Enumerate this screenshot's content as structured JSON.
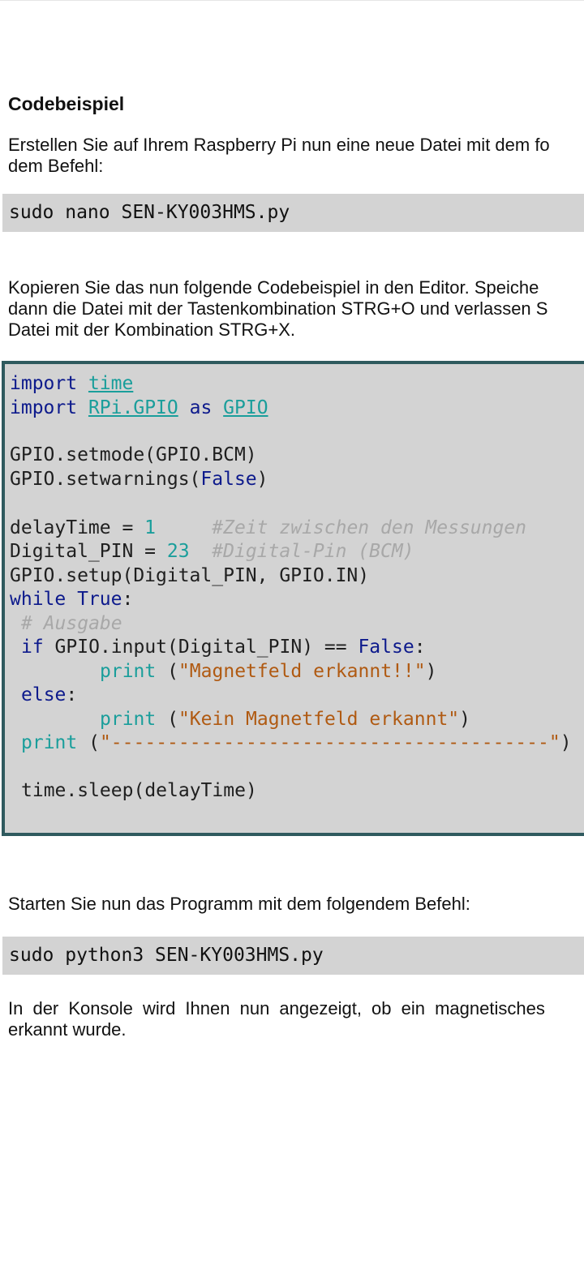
{
  "section": {
    "heading": "Codebeispiel",
    "intro_lines": [
      "Erstellen Sie auf Ihrem Raspberry Pi nun eine neue Datei mit dem fo",
      "dem Befehl:"
    ],
    "command_create": "sudo nano SEN-KY003HMS.py",
    "copy_lines": [
      "Kopieren Sie das nun folgende Codebeispiel in den Editor. Speiche",
      "dann die Datei mit der Tastenkombination STRG+O und verlassen S",
      "Datei mit der Kombination STRG+X."
    ],
    "code": {
      "l1_kw": "import",
      "l1_mod": "time",
      "l2_kw": "import",
      "l2_mod": "RPi.GPIO",
      "l2_as": "as",
      "l2_alias": "GPIO",
      "l3": "GPIO.setmode(GPIO.BCM)",
      "l4_a": "GPIO.setwarnings(",
      "l4_b": "False",
      "l4_c": ")",
      "l5_a": "delayTime = ",
      "l5_num": "1",
      "l5_cm": "#Zeit zwischen den Messungen",
      "l6_a": "Digital_PIN = ",
      "l6_num": "23",
      "l6_cm": "#Digital-Pin (BCM)",
      "l7": "GPIO.setup(Digital_PIN, GPIO.IN)",
      "l8_kw": "while",
      "l8_true": "True",
      "l8_c": ":",
      "l9_cm": "# Ausgabe",
      "l10_if": "if",
      "l10_a": " GPIO.input(Digital_PIN) == ",
      "l10_false": "False",
      "l10_c": ":",
      "l11_fn": "print",
      "l11_a": " (",
      "l11_str": "\"Magnetfeld erkannt!!\"",
      "l11_b": ")",
      "l12_kw": "else",
      "l12_c": ":",
      "l13_fn": "print",
      "l13_a": " (",
      "l13_str": "\"Kein Magnetfeld erkannt\"",
      "l13_b": ")",
      "l14_fn": "print",
      "l14_a": " (",
      "l14_str": "\"---------------------------------------\"",
      "l14_b": ")",
      "l15": "time.sleep(delayTime)"
    },
    "start_line": "Starten Sie nun das Programm mit dem folgendem Befehl:",
    "command_run": "sudo python3 SEN-KY003HMS.py",
    "console_lines": [
      "In der Konsole wird Ihnen nun angezeigt, ob ein magnetisches",
      "erkannt wurde."
    ]
  }
}
